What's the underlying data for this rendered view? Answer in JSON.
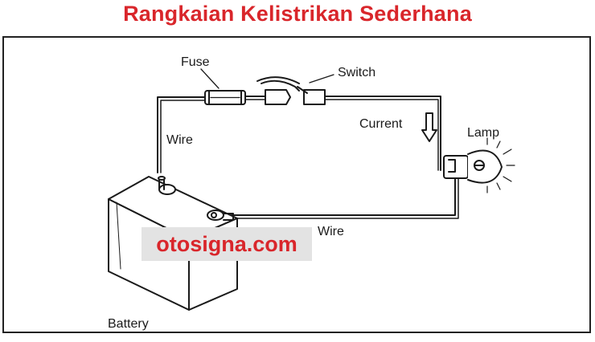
{
  "title": "Rangkaian Kelistrikan Sederhana",
  "labels": {
    "fuse": "Fuse",
    "switch": "Switch",
    "current": "Current",
    "lamp": "Lamp",
    "wire_left": "Wire",
    "wire_bottom": "Wire",
    "battery": "Battery"
  },
  "watermark": "otosigna.com",
  "colors": {
    "title": "#d9262b",
    "watermark_text": "#d9262b",
    "watermark_bg": "#e3e3e3",
    "line": "#1a1a1a"
  }
}
